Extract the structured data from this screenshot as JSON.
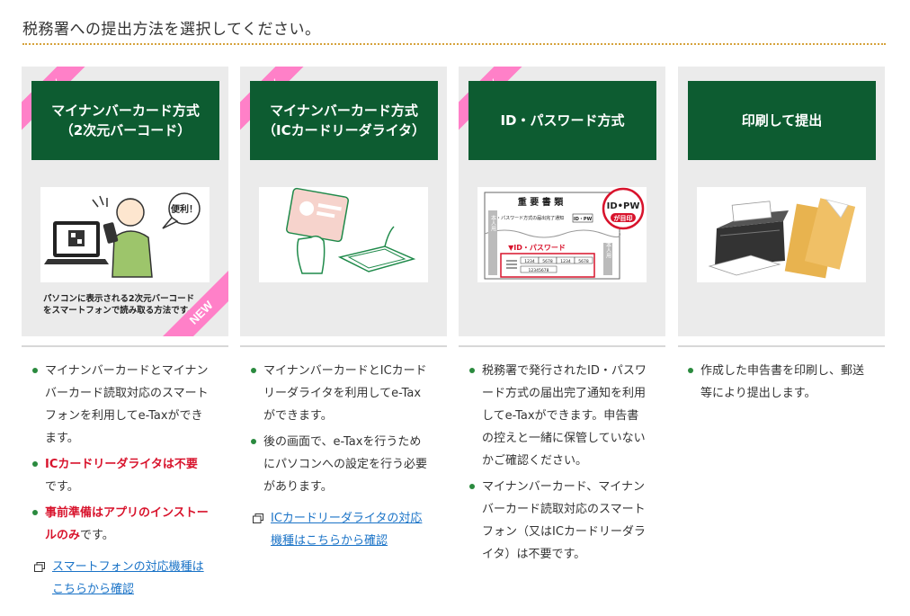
{
  "page": {
    "title": "税務署への提出方法を選択してください。"
  },
  "colors": {
    "green": "#0d5c31",
    "pink": "#ff80c8",
    "red": "#d8132c",
    "link": "#1a73c7",
    "bullet": "#2a8a3e",
    "rule": "#d6a33c"
  },
  "cards": [
    {
      "ribbon": "e-Tax",
      "title_line1": "マイナンバーカード方式",
      "title_line2": "（2次元バーコード）",
      "balloon": "便利！",
      "caption_line1": "パソコンに表示される2次元バーコード",
      "caption_line2": "をスマートフォンで読み取る方法です。",
      "badge": "NEW"
    },
    {
      "ribbon": "e-Tax",
      "title_line1": "マイナンバーカード方式",
      "title_line2": "（ICカードリーダライタ）"
    },
    {
      "ribbon": "e-Tax",
      "title_line1": "ID・パスワード方式",
      "doc_title": "重 要 書 類",
      "doc_subtitle": "ID・パスワード方式の届出完了通知",
      "doc_tag": "ID・PW",
      "doc_badge_line1": "ID•PW",
      "doc_badge_line2": "が目印",
      "doc_banner": "▼ID・パスワード",
      "doc_cells": [
        "1234",
        "5678",
        "1234",
        "5678"
      ],
      "doc_number": "12345678",
      "doc_side": "本人用"
    },
    {
      "title_line1": "印刷して提出"
    }
  ],
  "descriptions": {
    "card1": {
      "item1": "マイナンバーカードとマイナンバーカード読取対応のスマートフォンを利用してe-Taxができます。",
      "item2_red": "ICカードリーダライタは不要",
      "item2_rest": "です。",
      "item3_red": "事前準備はアプリのインストールのみ",
      "item3_rest": "です。",
      "link": "スマートフォンの対応機種はこちらから確認"
    },
    "card2": {
      "item1": "マイナンバーカードとICカードリーダライタを利用してe-Taxができます。",
      "item2": "後の画面で、e-Taxを行うためにパソコンへの設定を行う必要があります。",
      "link": "ICカードリーダライタの対応機種はこちらから確認"
    },
    "card3": {
      "item1": "税務署で発行されたID・パスワード方式の届出完了通知を利用してe-Taxができます。申告書の控えと一緒に保管していないかご確認ください。",
      "item2": "マイナンバーカード、マイナンバーカード読取対応のスマートフォン（又はICカードリーダライタ）は不要です。"
    },
    "card4": {
      "item1": "作成した申告書を印刷し、郵送等により提出します。"
    }
  }
}
